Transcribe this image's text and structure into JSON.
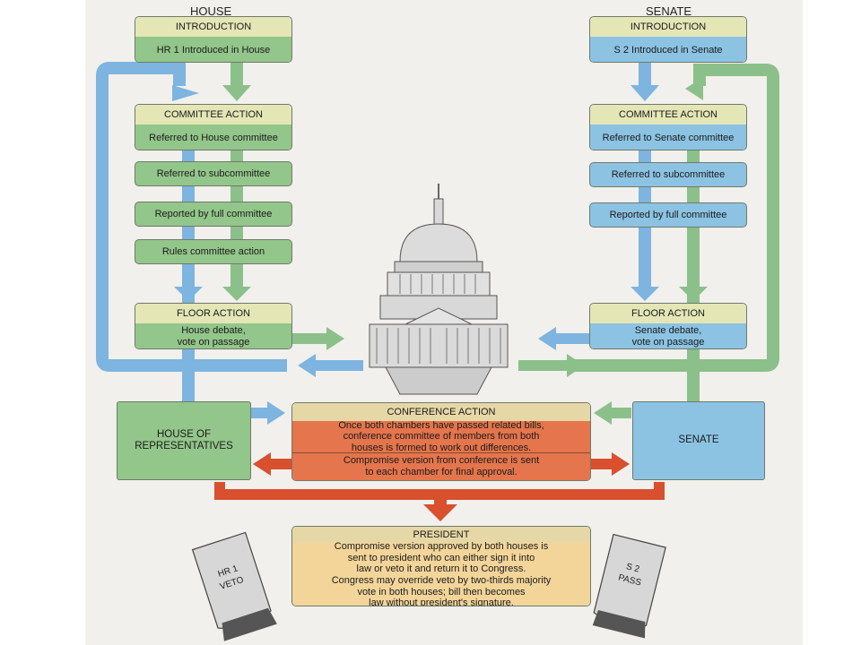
{
  "house": {
    "label": "HOUSE",
    "introduction_header": "INTRODUCTION",
    "introduced": "HR 1 Introduced in House",
    "committee_header": "COMMITTEE ACTION",
    "referred_committee": "Referred to House committee",
    "referred_subcommittee": "Referred to subcommittee",
    "reported": "Reported by full committee",
    "rules": "Rules committee action",
    "floor_header": "FLOOR ACTION",
    "floor_line1": "House debate,",
    "floor_line2": "vote on passage",
    "chamber_line1": "HOUSE OF",
    "chamber_line2": "REPRESENTATIVES"
  },
  "senate": {
    "label": "SENATE",
    "introduction_header": "INTRODUCTION",
    "introduced": "S 2 Introduced in Senate",
    "committee_header": "COMMITTEE ACTION",
    "referred_committee": "Referred to Senate committee",
    "referred_subcommittee": "Referred to subcommittee",
    "reported": "Reported by full committee",
    "floor_header": "FLOOR ACTION",
    "floor_line1": "Senate debate,",
    "floor_line2": "vote on passage",
    "chamber": "SENATE"
  },
  "conference": {
    "header": "CONFERENCE ACTION",
    "line1": "Once both chambers have passed related bills,",
    "line2": "conference committee of members from both",
    "line3": "houses is formed to work out differences.",
    "line4": "Compromise version from conference is sent",
    "line5": "to each chamber for final approval."
  },
  "president": {
    "header": "PRESIDENT",
    "line1": "Compromise version approved by both houses is",
    "line2": "sent to president who can either sign it into",
    "line3": "law or veto it and return it to Congress.",
    "line4": "Congress may override veto by two-thirds majority",
    "line5": "vote in both houses; bill then becomes",
    "line6": "law without president's signature."
  },
  "cards": {
    "veto_line1": "HR 1",
    "veto_line2": "VETO",
    "pass_line1": "S 2",
    "pass_line2": "PASS"
  },
  "colors": {
    "green": "#93c68a",
    "blue": "#8cc3e3",
    "orange": "#e4754c",
    "header_tan": "#e4e6b6"
  }
}
